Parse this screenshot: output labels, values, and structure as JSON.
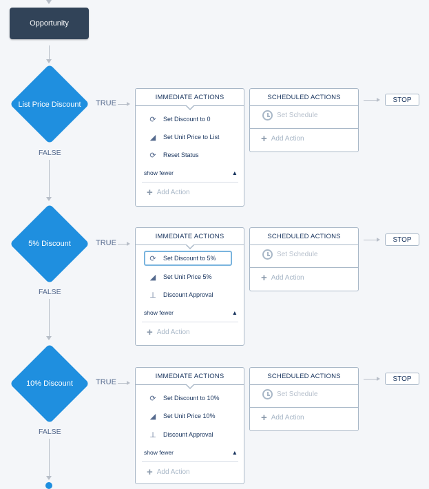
{
  "start_node": {
    "label": "Opportunity"
  },
  "criteria": [
    {
      "label": "List Price Discount",
      "true_label": "TRUE",
      "false_label": "FALSE",
      "immediate": {
        "header": "IMMEDIATE ACTIONS",
        "actions": [
          {
            "icon": "refresh-icon",
            "label": "Set Discount to 0"
          },
          {
            "icon": "update-records-icon",
            "label": "Set Unit Price to List"
          },
          {
            "icon": "refresh-icon",
            "label": "Reset Status"
          }
        ],
        "show_fewer": "show fewer",
        "add_action": "Add Action"
      },
      "scheduled": {
        "header": "SCHEDULED ACTIONS",
        "set_schedule": "Set Schedule",
        "add_action": "Add Action"
      },
      "stop": "STOP"
    },
    {
      "label": "5% Discount",
      "true_label": "TRUE",
      "false_label": "FALSE",
      "immediate": {
        "header": "IMMEDIATE ACTIONS",
        "actions": [
          {
            "icon": "refresh-icon",
            "label": "Set Discount to 5%",
            "selected": true
          },
          {
            "icon": "update-records-icon",
            "label": "Set Unit Price 5%"
          },
          {
            "icon": "approval-stamp-icon",
            "label": "Discount Approval"
          }
        ],
        "show_fewer": "show fewer",
        "add_action": "Add Action"
      },
      "scheduled": {
        "header": "SCHEDULED ACTIONS",
        "set_schedule": "Set Schedule",
        "add_action": "Add Action"
      },
      "stop": "STOP"
    },
    {
      "label": "10% Discount",
      "true_label": "TRUE",
      "false_label": "FALSE",
      "immediate": {
        "header": "IMMEDIATE ACTIONS",
        "actions": [
          {
            "icon": "refresh-icon",
            "label": "Set Discount to 10%"
          },
          {
            "icon": "update-records-icon",
            "label": "Set Unit Price 10%"
          },
          {
            "icon": "approval-stamp-icon",
            "label": "Discount Approval"
          }
        ],
        "show_fewer": "show fewer",
        "add_action": "Add Action"
      },
      "scheduled": {
        "header": "SCHEDULED ACTIONS",
        "set_schedule": "Set Schedule",
        "add_action": "Add Action"
      },
      "stop": "STOP"
    }
  ]
}
